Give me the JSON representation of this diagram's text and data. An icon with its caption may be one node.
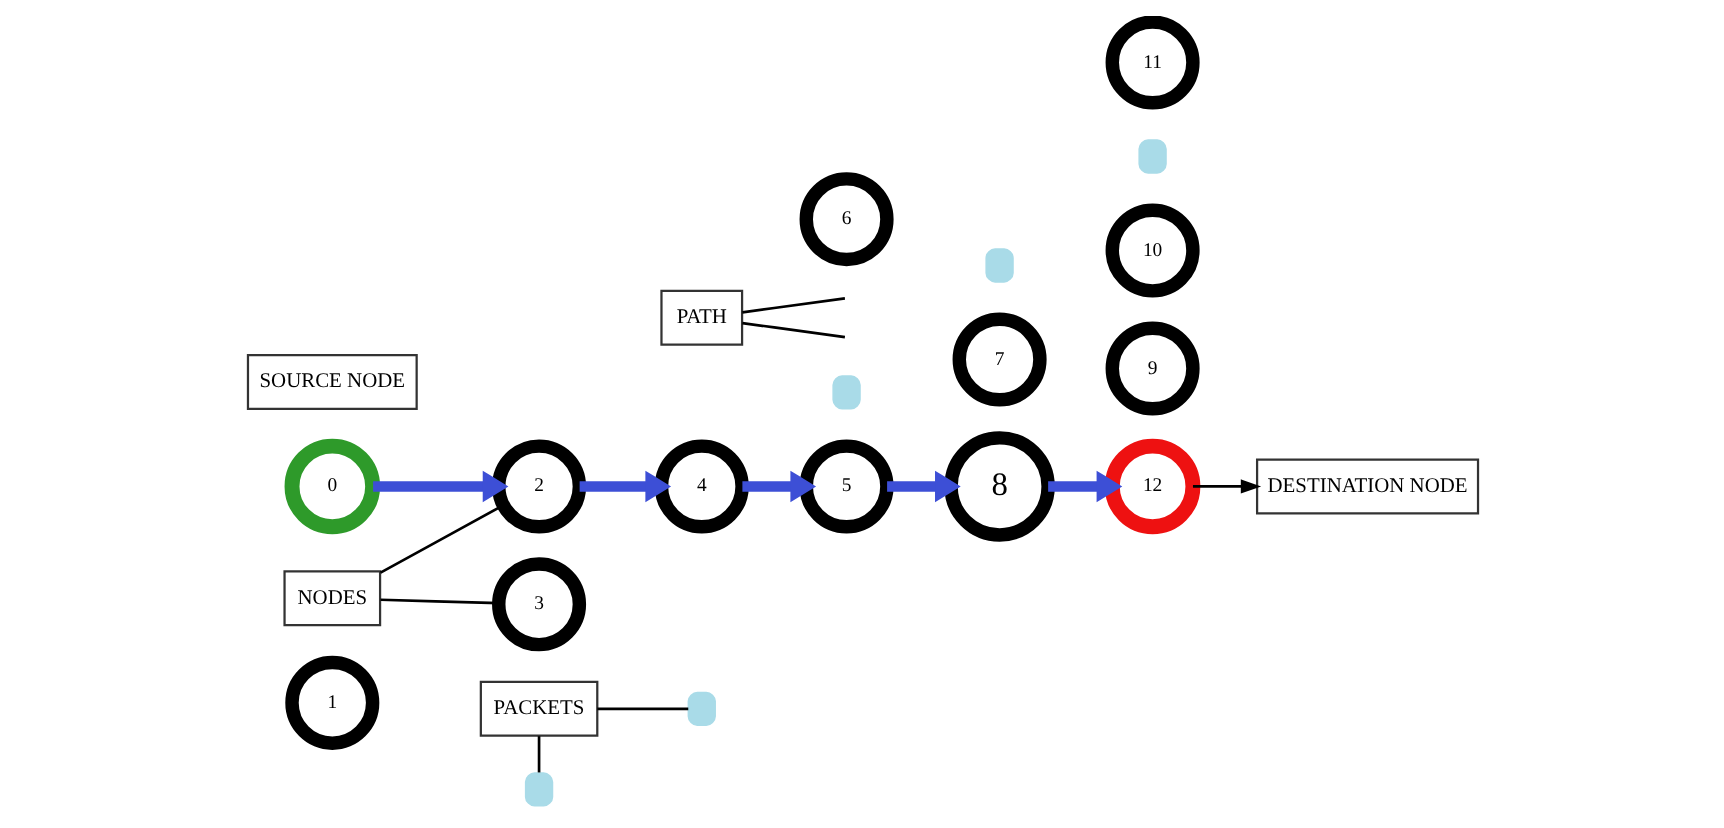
{
  "diagram": {
    "nodes": [
      {
        "text": [
          "PACKETS"
        ]
      },
      {
        "text": [
          "1"
        ]
      },
      {
        "text": [
          "4"
        ]
      },
      {
        "text": [
          "9"
        ]
      },
      {
        "text": [],
        "shape": "box"
      },
      {
        "text": [],
        "shape": "box"
      },
      {
        "text": [
          "7"
        ]
      },
      {
        "text": [
          "10"
        ]
      },
      {
        "text": [],
        "shape": "box"
      },
      {
        "text": [],
        "shape": "box"
      },
      {
        "text": [],
        "shape": "box"
      },
      {
        "text": [
          "0"
        ]
      },
      {
        "text": [
          "2"
        ]
      },
      {
        "text": [
          "5"
        ]
      },
      {
        "text": [
          "8"
        ]
      },
      {
        "text": [
          "12"
        ]
      },
      {
        "text": [
          "SOURCE NODE"
        ]
      },
      {
        "text": [
          "PATH"
        ]
      },
      {
        "text": [
          "3"
        ]
      },
      {
        "text": [
          "11"
        ]
      },
      {
        "text": [
          "6"
        ]
      },
      {
        "text": [
          "NODES"
        ]
      },
      {
        "text": [
          "DESTINATION NODE"
        ]
      }
    ],
    "edges": [
      {
        "from": 11,
        "to": 12,
        "arrow": "to",
        "style": "thick",
        "color": "#3d4fd6"
      },
      {
        "from": 12,
        "to": 2,
        "arrow": "to",
        "style": "thick",
        "color": "#3d4fd6"
      },
      {
        "from": 2,
        "to": 13,
        "arrow": "to",
        "style": "thick",
        "color": "#3d4fd6"
      },
      {
        "from": 13,
        "to": 14,
        "arrow": "to",
        "style": "thick",
        "color": "#3d4fd6"
      },
      {
        "from": 14,
        "to": 15,
        "arrow": "to",
        "style": "thick",
        "color": "#3d4fd6"
      },
      {
        "from": 0,
        "to": 8,
        "arrow": "none",
        "color": "#000000"
      },
      {
        "from": 0,
        "to": 4,
        "arrow": "none",
        "color": "#000000"
      },
      {
        "from": 17,
        "to": null,
        "arrow": "none",
        "color": "#000000"
      },
      {
        "from": 17,
        "to": null,
        "arrow": "none",
        "color": "#000000"
      },
      {
        "from": 21,
        "to": 12,
        "arrow": "none",
        "color": "#000000"
      },
      {
        "from": 21,
        "to": 18,
        "arrow": "none",
        "color": "#000000"
      },
      {
        "from": 15,
        "to": 22,
        "arrow": "to",
        "color": "#000000"
      }
    ]
  }
}
